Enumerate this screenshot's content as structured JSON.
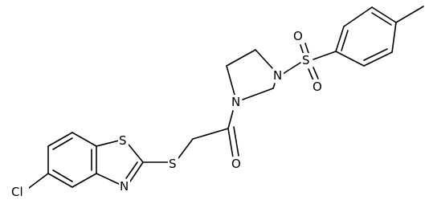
{
  "molecule": {
    "atoms": {
      "cl": "Cl",
      "s_thiazole": "S",
      "n_thiazole": "N",
      "s_thioether": "S",
      "o_carbonyl": "O",
      "n_ring_1": "N",
      "n_ring_3": "N",
      "s_sulfonyl": "S",
      "o_sulfonyl_top": "O",
      "o_sulfonyl_bottom": "O"
    }
  }
}
